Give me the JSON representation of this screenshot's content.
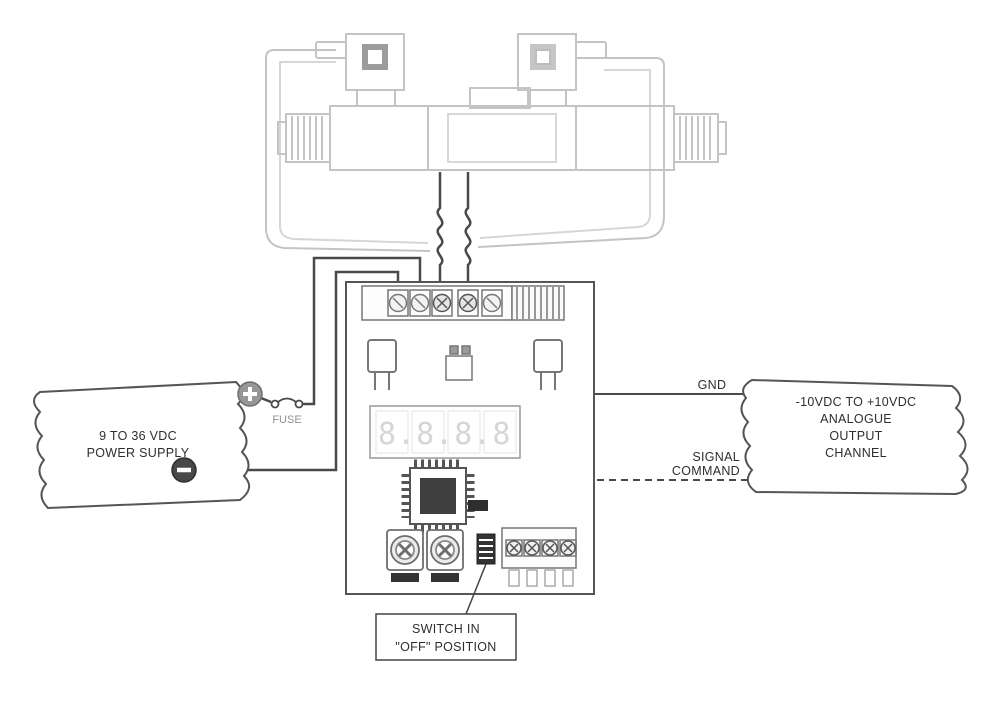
{
  "power_supply": {
    "line1": "9 TO 36 VDC",
    "line2": "POWER SUPPLY",
    "plus_symbol": "+",
    "minus_symbol": "-"
  },
  "fuse": {
    "label": "FUSE"
  },
  "wiring": {
    "gnd_label": "GND",
    "signal_line1": "SIGNAL",
    "signal_line2": "COMMAND"
  },
  "output_channel": {
    "line1": "-10VDC TO +10VDC",
    "line2": "ANALOGUE",
    "line3": "OUTPUT",
    "line4": "CHANNEL"
  },
  "driver_board": {
    "display_value": "8.8.8.8"
  },
  "switch_note": {
    "line1": "SWITCH IN",
    "line2": "\"OFF\" POSITION"
  },
  "colors": {
    "valve_gray": "#c4c4c4",
    "wire_dark": "#4a4a4a",
    "board_stroke": "#555555",
    "text": "#2e2e2e"
  }
}
